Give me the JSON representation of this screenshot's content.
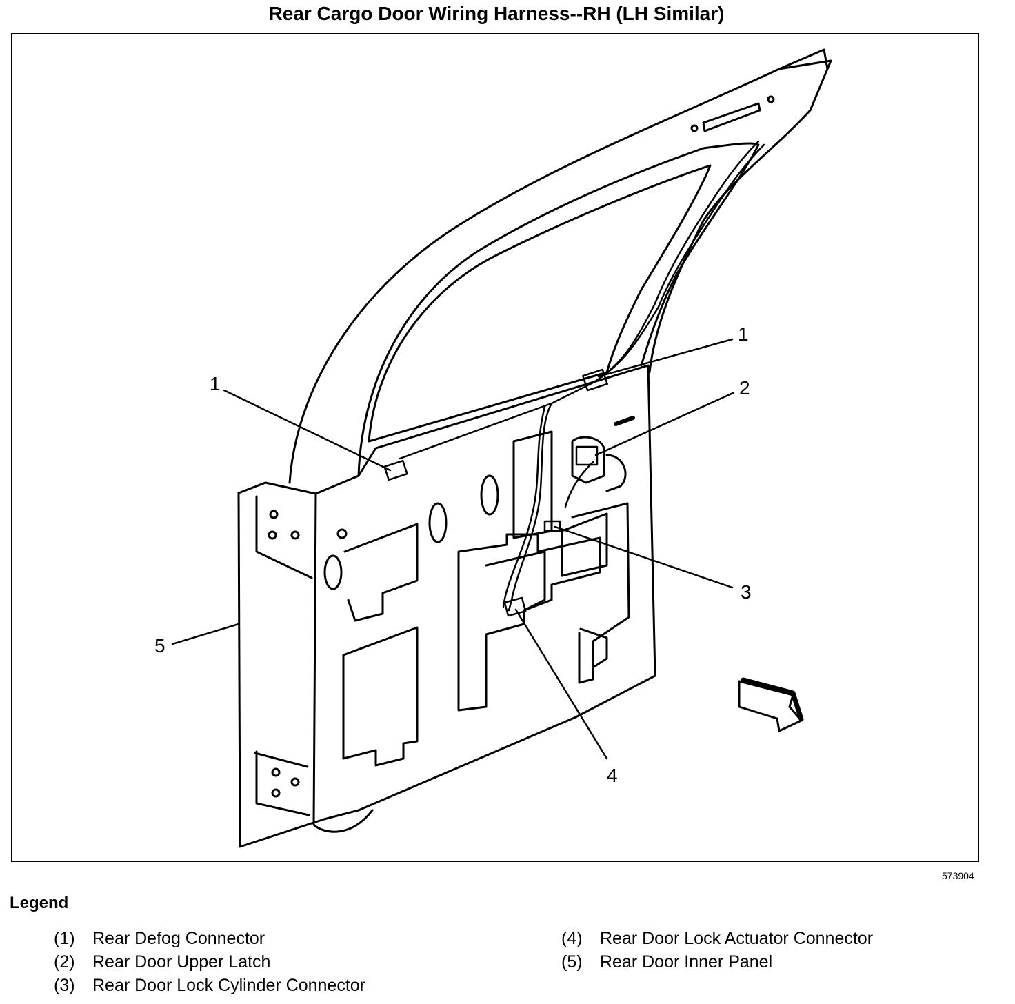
{
  "title": "Rear Cargo Door Wiring Harness--RH (LH Similar)",
  "figure_number": "573904",
  "callouts": [
    "1",
    "1",
    "2",
    "3",
    "4",
    "5"
  ],
  "legend": {
    "heading": "Legend",
    "items": [
      {
        "num": "(1)",
        "label": "Rear Defog Connector"
      },
      {
        "num": "(2)",
        "label": "Rear Door Upper Latch"
      },
      {
        "num": "(3)",
        "label": "Rear Door Lock Cylinder Connector"
      },
      {
        "num": "(4)",
        "label": "Rear Door Lock Actuator Connector"
      },
      {
        "num": "(5)",
        "label": "Rear Door Inner Panel"
      }
    ]
  }
}
